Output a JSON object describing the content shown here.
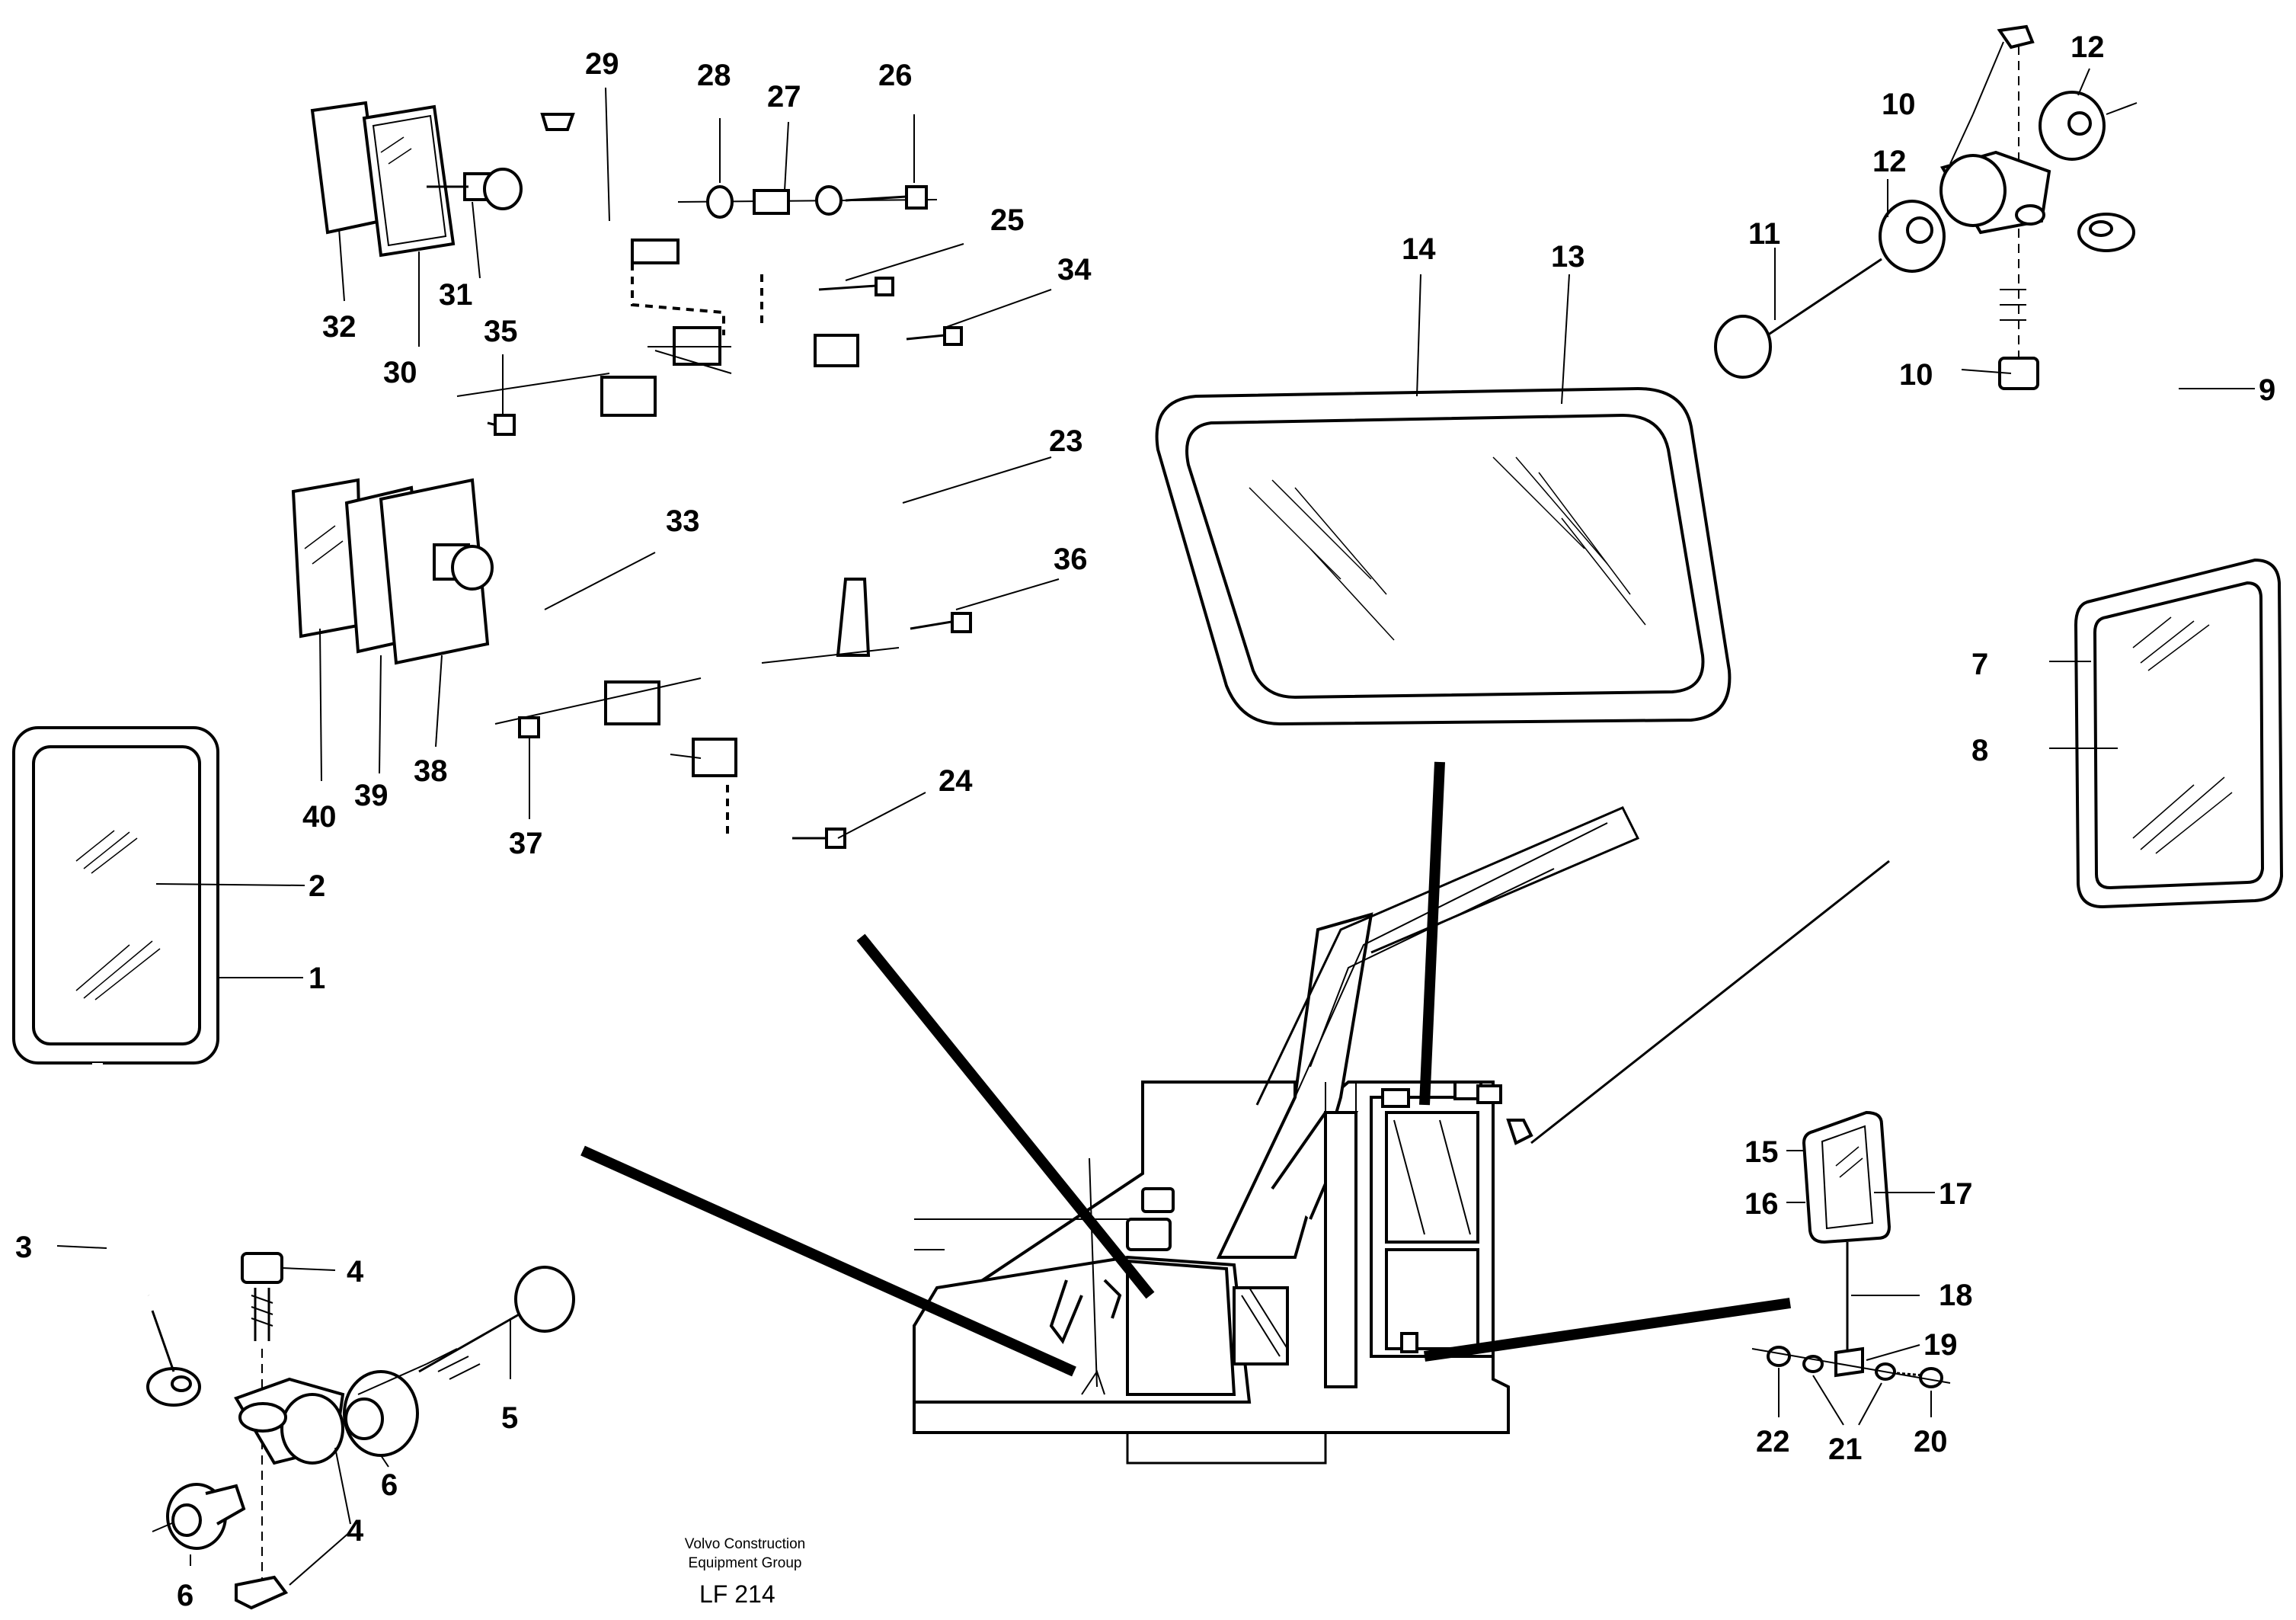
{
  "callouts": [
    "1",
    "2",
    "3",
    "4",
    "4",
    "5",
    "6",
    "6",
    "7",
    "8",
    "9",
    "10",
    "10",
    "11",
    "12",
    "12",
    "13",
    "14",
    "15",
    "16",
    "17",
    "18",
    "19",
    "20",
    "21",
    "22",
    "23",
    "24",
    "25",
    "26",
    "27",
    "28",
    "29",
    "30",
    "31",
    "32",
    "33",
    "34",
    "35",
    "36",
    "37",
    "38",
    "39",
    "40"
  ],
  "footer": {
    "company_line1": "Volvo Construction",
    "company_line2": "Equipment Group",
    "code": "LF 214"
  }
}
